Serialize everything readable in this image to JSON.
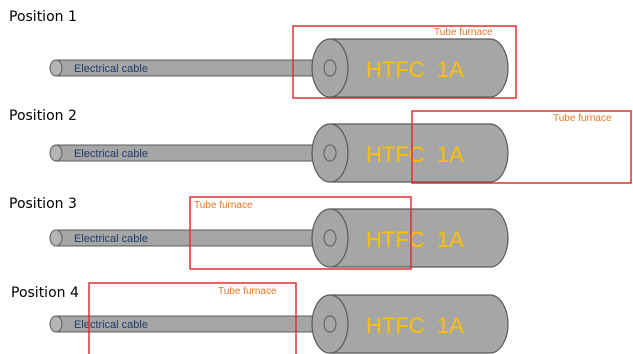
{
  "diagram": {
    "positions": [
      {
        "label": "Position 1",
        "cable_label": "Electrical cable",
        "device_label": "HTFC  1A",
        "furnace_label": "Tube furnace"
      },
      {
        "label": "Position 2",
        "cable_label": "Electrical cable",
        "device_label": "HTFC  1A",
        "furnace_label": "Tube furnace"
      },
      {
        "label": "Position 3",
        "cable_label": "Electrical cable",
        "device_label": "HTFC  1A",
        "furnace_label": "Tube furnace"
      },
      {
        "label": "Position 4",
        "cable_label": "Electrical cable",
        "device_label": "HTFC  1A",
        "furnace_label": "Tube furnace"
      }
    ],
    "colors": {
      "cable_fill": "#a6a6a6",
      "cylinder_fill": "#a6a6a6",
      "outline": "#5a5a5a",
      "furnace_box": "#e03030",
      "furnace_text": "#e07828",
      "device_text": "#ffc000",
      "cable_text": "#1f3a6a"
    }
  }
}
